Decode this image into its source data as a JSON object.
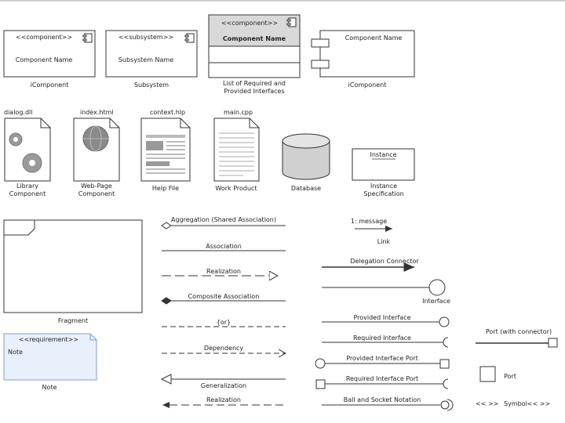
{
  "shapes": {
    "component_box": {
      "stereotype": "<<component>>",
      "name": "Component Name",
      "caption": "iComponent"
    },
    "subsystem_box": {
      "stereotype": "<<subsystem>>",
      "name": "Subsystem Name",
      "caption": "Subsystem"
    },
    "interfaces_box": {
      "stereotype": "<<component>>",
      "name": "Component Name",
      "caption_line1": "List of Required and",
      "caption_line2": "Provided Interfaces"
    },
    "component_ports": {
      "name": "Component Name",
      "caption": "iComponent"
    },
    "library": {
      "file": "dialog.dll",
      "caption_line1": "Library",
      "caption_line2": "Component"
    },
    "webpage": {
      "file": "index.html",
      "caption_line1": "Web-Page",
      "caption_line2": "Component"
    },
    "helpfile": {
      "file": "context.hlp",
      "caption": "Help File"
    },
    "workproduct": {
      "file": "main.cpp",
      "caption": "Work Product"
    },
    "database": {
      "caption": "Database"
    },
    "instance": {
      "name": "Instance",
      "caption_line1": "Instance",
      "caption_line2": "Specification"
    },
    "fragment": {
      "caption": "Fragment"
    },
    "note": {
      "stereotype": "<<requirement>>",
      "body": "Note",
      "caption": "Note"
    }
  },
  "connectors": {
    "aggregation": "Aggregation (Shared Association)",
    "association": "Association",
    "realization": "Realization",
    "composite": "Composite Association",
    "or": "{or}",
    "dependency": "Dependency",
    "generalization": "Generalization",
    "realization2": "Realization",
    "link_message": "1: message",
    "link": "Link",
    "delegation": "Delegation Connector",
    "interface": "Interface",
    "provided_interface": "Provided Interface",
    "required_interface": "Required Interface",
    "provided_port": "Provided Interface Port",
    "required_port": "Required Interface Port",
    "ball_socket": "Ball and Socket Notation",
    "port_connector": "Port (with connector)",
    "port": "Port",
    "symbol_glyph": "<< >>",
    "symbol": "Symbol<< >>"
  },
  "colors": {
    "stroke": "#333333",
    "fill": "#ffffff",
    "header_fill": "#d9d9d9",
    "note_fill": "#e8f0fb",
    "note_stroke": "#7f9fcc",
    "db_fill": "#d0d0d0",
    "gear_fill": "#9a9a9a",
    "globe_fill": "#8a8a8a"
  }
}
